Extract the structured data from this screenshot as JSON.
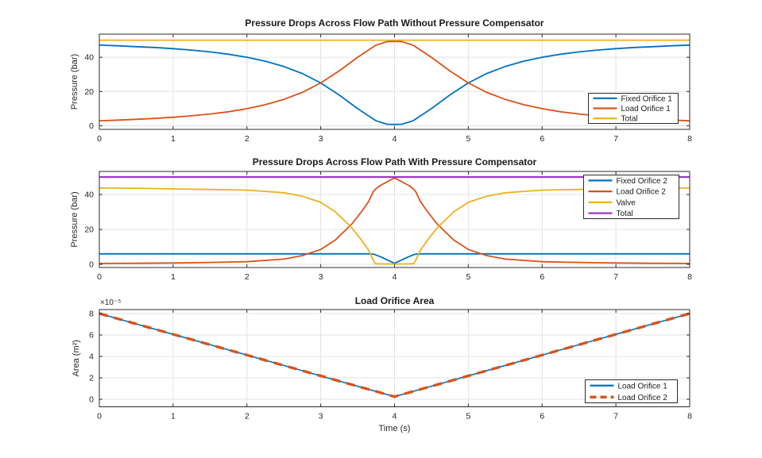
{
  "figure": {
    "background": "#ffffff",
    "axis_color": "#2b2b2b",
    "grid_color": "#e3e3e3",
    "text_color": "#262626"
  },
  "colors": {
    "blue": "#0072BD",
    "orange": "#D95319",
    "yellow": "#EDB120",
    "purple": "#9E37C8"
  },
  "chart_data": [
    {
      "type": "line",
      "title": "Pressure Drops Across Flow Path Without Pressure Compensator",
      "xlabel": "",
      "ylabel": "Pressure (bar)",
      "xlim": [
        0,
        8
      ],
      "ylim": [
        -2.1,
        53.5
      ],
      "xticks": [
        0,
        1,
        2,
        3,
        4,
        5,
        6,
        7,
        8
      ],
      "yticks": [
        0,
        20,
        40
      ],
      "grid": true,
      "legend_position": "right-lower",
      "series": [
        {
          "name": "Fixed Orifice 1",
          "color": "#0072BD",
          "width": 1.8,
          "x": [
            0,
            0.25,
            0.5,
            0.75,
            1,
            1.25,
            1.5,
            1.75,
            2,
            2.25,
            2.5,
            2.75,
            3,
            3.25,
            3.5,
            3.75,
            3.9,
            4,
            4.1,
            4.25,
            4.5,
            4.75,
            5,
            5.25,
            5.5,
            5.75,
            6,
            6.25,
            6.5,
            6.75,
            7,
            7.25,
            7.5,
            7.75,
            8
          ],
          "y": [
            47.1,
            46.7,
            46.2,
            45.7,
            45,
            44.2,
            43.1,
            41.8,
            40,
            37.7,
            34.6,
            30.5,
            25,
            18,
            10,
            2.9,
            0.9,
            0.75,
            0.9,
            2.9,
            10,
            18,
            25,
            30.5,
            34.6,
            37.7,
            40,
            41.8,
            43.1,
            44.2,
            45,
            45.7,
            46.2,
            46.7,
            47.1
          ]
        },
        {
          "name": "Load Orifice 1",
          "color": "#D95319",
          "width": 1.8,
          "x": [
            0,
            0.25,
            0.5,
            0.75,
            1,
            1.25,
            1.5,
            1.75,
            2,
            2.25,
            2.5,
            2.75,
            3,
            3.25,
            3.5,
            3.75,
            3.9,
            4,
            4.1,
            4.25,
            4.5,
            4.75,
            5,
            5.25,
            5.5,
            5.75,
            6,
            6.25,
            6.5,
            6.75,
            7,
            7.25,
            7.5,
            7.75,
            8
          ],
          "y": [
            2.9,
            3.3,
            3.8,
            4.3,
            5,
            5.8,
            6.9,
            8.2,
            10,
            12.3,
            15.4,
            19.5,
            25,
            32,
            40,
            47.1,
            49.1,
            49.3,
            49.1,
            47.1,
            40,
            32,
            25,
            19.5,
            15.4,
            12.3,
            10,
            8.2,
            6.9,
            5.8,
            5,
            4.3,
            3.8,
            3.3,
            2.9
          ]
        },
        {
          "name": "Total",
          "color": "#EDB120",
          "width": 1.8,
          "x": [
            0,
            8
          ],
          "y": [
            50,
            50
          ]
        }
      ]
    },
    {
      "type": "line",
      "title": "Pressure Drops Across Flow Path With Pressure Compensator",
      "xlabel": "",
      "ylabel": "Pressure (bar)",
      "xlim": [
        0,
        8
      ],
      "ylim": [
        -1.8,
        53.2
      ],
      "xticks": [
        0,
        1,
        2,
        3,
        4,
        5,
        6,
        7,
        8
      ],
      "yticks": [
        0,
        20,
        40
      ],
      "grid": true,
      "legend_position": "right-upper",
      "series": [
        {
          "name": "Fixed Orifice 2",
          "color": "#0072BD",
          "width": 1.8,
          "x": [
            0,
            0.5,
            1,
            1.5,
            2,
            2.5,
            2.75,
            3,
            3.2,
            3.42,
            3.55,
            3.65,
            3.71,
            3.74,
            3.8,
            4,
            4.2,
            4.26,
            4.29,
            4.35,
            4.45,
            4.58,
            4.8,
            5,
            5.25,
            5.5,
            6,
            6.5,
            7,
            7.5,
            8
          ],
          "y": [
            6,
            6,
            6,
            6,
            6,
            6,
            6,
            6,
            6,
            6,
            6,
            6,
            5.9,
            5.5,
            4.5,
            0.6,
            4.5,
            5.5,
            5.9,
            6,
            6,
            6,
            6,
            6,
            6,
            6,
            6,
            6,
            6,
            6,
            6
          ]
        },
        {
          "name": "Load Orifice 2",
          "color": "#D95319",
          "width": 1.8,
          "x": [
            0,
            0.5,
            1,
            1.5,
            2,
            2.5,
            2.75,
            3,
            3.2,
            3.42,
            3.55,
            3.65,
            3.71,
            3.74,
            3.8,
            4,
            4.2,
            4.26,
            4.29,
            4.35,
            4.45,
            4.58,
            4.8,
            5,
            5.25,
            5.5,
            6,
            6.5,
            7,
            7.5,
            8
          ],
          "y": [
            0.5,
            0.6,
            0.8,
            1.1,
            1.5,
            3,
            5,
            8.5,
            14,
            23,
            30,
            36,
            41.5,
            43,
            45,
            49.5,
            45,
            43,
            41.5,
            36,
            30,
            23,
            14,
            8.5,
            5,
            3,
            1.5,
            1.1,
            0.8,
            0.6,
            0.5
          ]
        },
        {
          "name": "Valve",
          "color": "#EDB120",
          "width": 1.8,
          "x": [
            0,
            0.5,
            1,
            1.5,
            2,
            2.5,
            2.75,
            3,
            3.2,
            3.42,
            3.55,
            3.65,
            3.71,
            3.74,
            3.8,
            4,
            4.2,
            4.26,
            4.29,
            4.35,
            4.45,
            4.58,
            4.8,
            5,
            5.25,
            5.5,
            6,
            6.5,
            7,
            7.5,
            8
          ],
          "y": [
            43.7,
            43.6,
            43.2,
            42.9,
            42.5,
            41,
            39,
            35.5,
            30,
            21,
            14,
            8,
            2.5,
            0.4,
            0.3,
            0.15,
            0.3,
            0.4,
            2.5,
            8,
            14,
            21,
            30,
            35.5,
            39,
            41,
            42.5,
            42.9,
            43.2,
            43.6,
            43.7
          ]
        },
        {
          "name": "Total",
          "color": "#9E37C8",
          "width": 2.2,
          "x": [
            0,
            8
          ],
          "y": [
            50,
            50
          ]
        }
      ]
    },
    {
      "type": "line",
      "title": "Load Orifice Area",
      "xlabel": "Time (s)",
      "ylabel": "Area (m²)",
      "y_multiplier": "×10⁻⁵",
      "xlim": [
        0,
        8
      ],
      "ylim": [
        -0.7,
        8.37
      ],
      "xticks": [
        0,
        1,
        2,
        3,
        4,
        5,
        6,
        7,
        8
      ],
      "yticks": [
        0,
        2,
        4,
        6,
        8
      ],
      "grid": true,
      "legend_position": "right-lower",
      "series": [
        {
          "name": "Load Orifice 1",
          "color": "#0072BD",
          "width": 1.6,
          "x": [
            0,
            4,
            8
          ],
          "y": [
            8,
            0.25,
            8
          ]
        },
        {
          "name": "Load Orifice 2",
          "color": "#D95319",
          "width": 3.4,
          "dash": [
            11,
            8
          ],
          "x": [
            0,
            4,
            8
          ],
          "y": [
            8,
            0.25,
            8
          ]
        }
      ]
    }
  ]
}
